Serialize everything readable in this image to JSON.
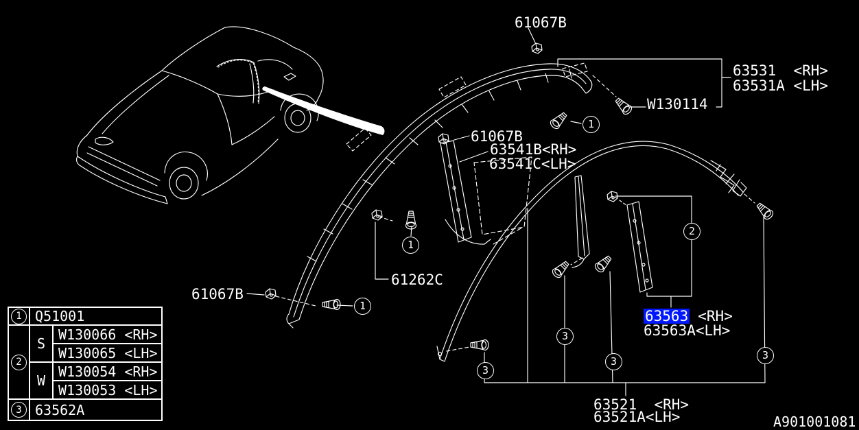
{
  "ui": {
    "background": "#000000",
    "line_color": "#ffffff",
    "text_color": "#ffffff",
    "highlight_color": "#0018ff"
  },
  "parts": {
    "clip_top": "61067B",
    "molding_rh": "63531  <RH>",
    "molding_lh": "63531A <LH>",
    "screw": "W130114",
    "clip_mid": "61067B",
    "cover_rh": "63541B<RH>",
    "cover_lh": "63541C<LH>",
    "clip_61262c": "61262C",
    "clip_left": "61067B",
    "sash_selected": "63563",
    "sash_selected_side": "<RH>",
    "sash_lh": "63563A<LH>",
    "run_rh": "63521  <RH>",
    "run_lh": "63521A<LH>"
  },
  "callouts": {
    "one": "1",
    "two": "2",
    "three": "3"
  },
  "legend": {
    "row1": {
      "num": "1",
      "value": "Q51001"
    },
    "row2": {
      "num": "2",
      "s_key": "S",
      "s_values": [
        "W130066 <RH>",
        "W130065 <LH>"
      ],
      "w_key": "W",
      "w_values": [
        "W130054 <RH>",
        "W130053 <LH>"
      ]
    },
    "row3": {
      "num": "3",
      "value": "63562A"
    }
  },
  "footer": {
    "drawing_code": "A901001081"
  }
}
